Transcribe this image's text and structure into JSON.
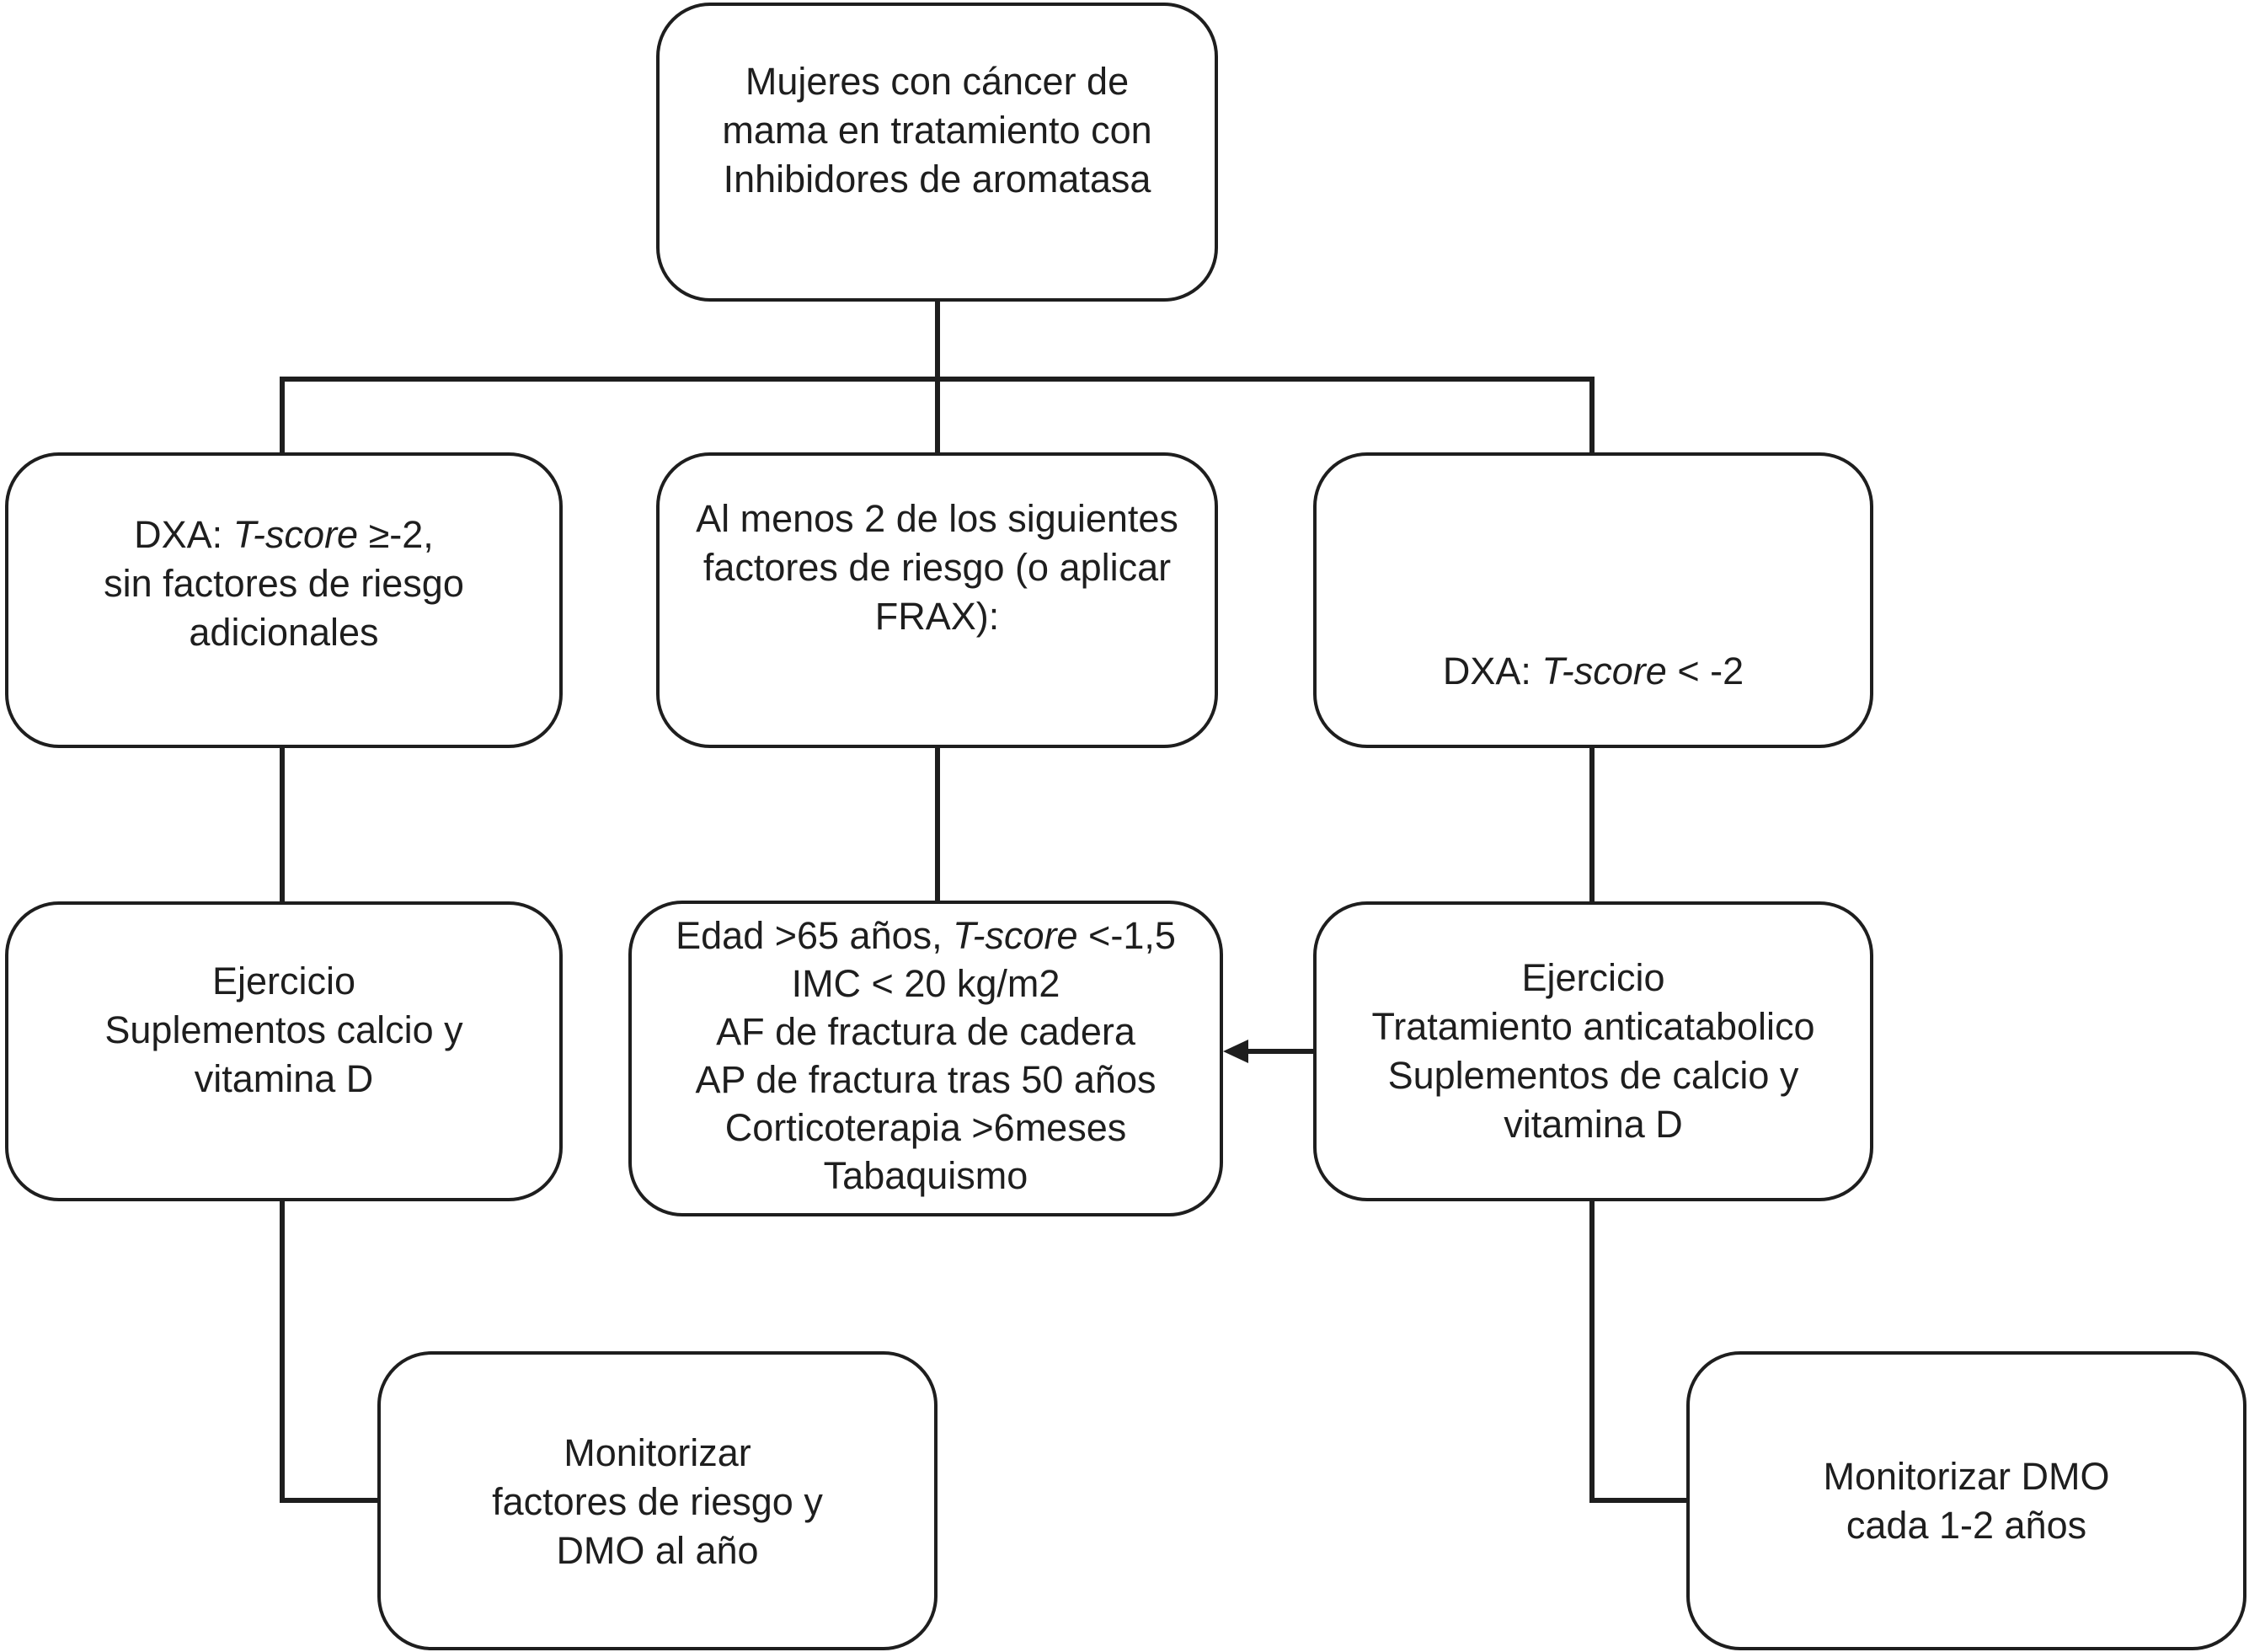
{
  "diagram": {
    "nodes": {
      "start": {
        "lines": [
          [
            {
              "t": "Mujeres con cáncer de"
            }
          ],
          [
            {
              "t": "mama en tratamiento con"
            }
          ],
          [
            {
              "t": "Inhibidores de aromatasa"
            }
          ]
        ]
      },
      "left1": {
        "lines": [
          [
            {
              "t": "DXA: "
            },
            {
              "t": "T-score",
              "i": true
            },
            {
              "t": "  ≥-2,"
            }
          ],
          [
            {
              "t": "sin factores de riesgo"
            }
          ],
          [
            {
              "t": "adicionales"
            }
          ]
        ]
      },
      "mid1": {
        "lines": [
          [
            {
              "t": "Al menos 2 de los siguientes"
            }
          ],
          [
            {
              "t": "factores de riesgo (o aplicar"
            }
          ],
          [
            {
              "t": "FRAX):"
            }
          ]
        ]
      },
      "right1": {
        "lines": [
          [
            {
              "t": "DXA: "
            },
            {
              "t": "T-score",
              "i": true
            },
            {
              "t": " < -2"
            }
          ]
        ]
      },
      "left2": {
        "lines": [
          [
            {
              "t": "Ejercicio"
            }
          ],
          [
            {
              "t": "Suplementos calcio y"
            }
          ],
          [
            {
              "t": "vitamina D"
            }
          ]
        ]
      },
      "mid2": {
        "lines": [
          [
            {
              "t": "Edad >65 años, "
            },
            {
              "t": "T-score",
              "i": true
            },
            {
              "t": " <-1,5"
            }
          ],
          [
            {
              "t": "IMC < 20 kg/m2"
            }
          ],
          [
            {
              "t": "AF de fractura de cadera"
            }
          ],
          [
            {
              "t": "AP de fractura tras 50 años"
            }
          ],
          [
            {
              "t": "Corticoterapia >6meses"
            }
          ],
          [
            {
              "t": "Tabaquismo"
            }
          ]
        ]
      },
      "right2": {
        "lines": [
          [
            {
              "t": "Ejercicio"
            }
          ],
          [
            {
              "t": "Tratamiento anticatabolico"
            }
          ],
          [
            {
              "t": "Suplementos de calcio y"
            }
          ],
          [
            {
              "t": "vitamina D"
            }
          ]
        ]
      },
      "left3": {
        "lines": [
          [
            {
              "t": "Monitorizar"
            }
          ],
          [
            {
              "t": "factores de  riesgo y"
            }
          ],
          [
            {
              "t": "DMO al año"
            }
          ]
        ]
      },
      "right3": {
        "lines": [
          [
            {
              "t": "Monitorizar DMO"
            }
          ],
          [
            {
              "t": "cada 1-2 años"
            }
          ]
        ]
      }
    },
    "edges": [
      {
        "from": "start",
        "to": "left1"
      },
      {
        "from": "start",
        "to": "mid1"
      },
      {
        "from": "start",
        "to": "right1"
      },
      {
        "from": "left1",
        "to": "left2"
      },
      {
        "from": "mid1",
        "to": "mid2"
      },
      {
        "from": "right1",
        "to": "right2"
      },
      {
        "from": "left2",
        "to": "left3"
      },
      {
        "from": "right2",
        "to": "right3"
      },
      {
        "from": "right2",
        "to": "mid2",
        "arrow": true
      }
    ],
    "line_color": "#1e1e1e"
  }
}
